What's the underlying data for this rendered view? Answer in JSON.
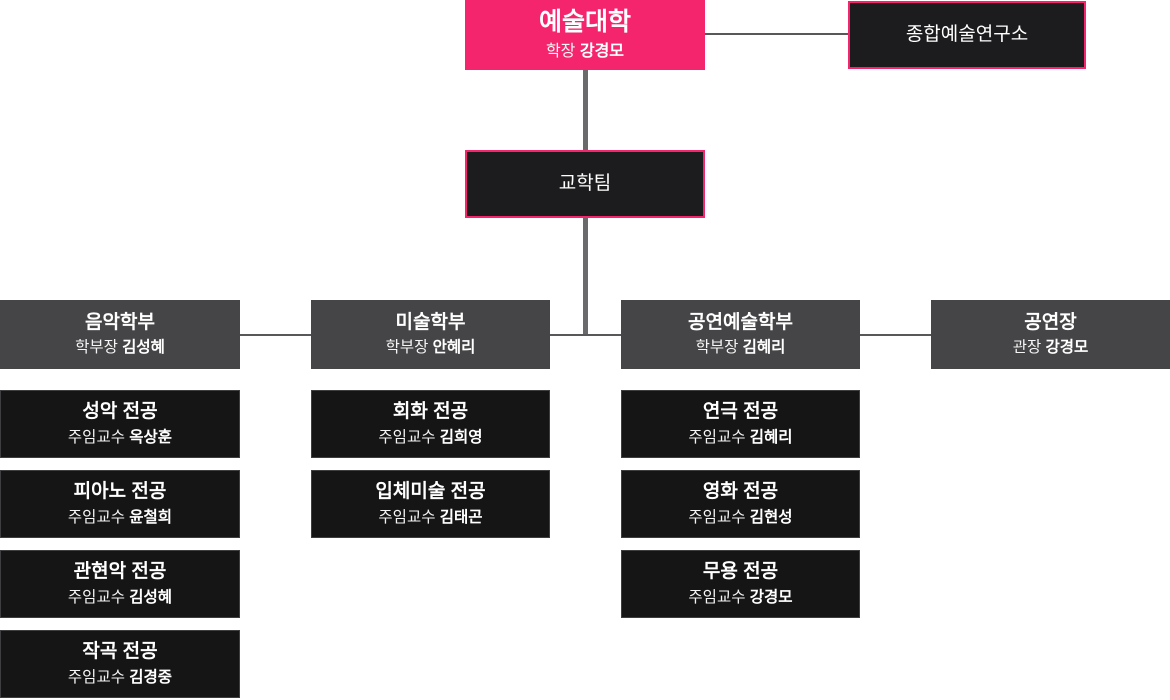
{
  "chart": {
    "root": {
      "title": "예술대학",
      "role": "학장",
      "name": "강경모"
    },
    "institute": {
      "title": "종합예술연구소"
    },
    "staff_team": {
      "title": "교학팀"
    },
    "departments": [
      {
        "title": "음악학부",
        "role": "학부장",
        "name": "김성혜",
        "majors": [
          {
            "title": "성악 전공",
            "role": "주임교수",
            "name": "옥상훈"
          },
          {
            "title": "피아노 전공",
            "role": "주임교수",
            "name": "윤철희"
          },
          {
            "title": "관현악 전공",
            "role": "주임교수",
            "name": "김성혜"
          },
          {
            "title": "작곡 전공",
            "role": "주임교수",
            "name": "김경중"
          }
        ]
      },
      {
        "title": "미술학부",
        "role": "학부장",
        "name": "안혜리",
        "majors": [
          {
            "title": "회화 전공",
            "role": "주임교수",
            "name": "김희영"
          },
          {
            "title": "입체미술 전공",
            "role": "주임교수",
            "name": "김태곤"
          }
        ]
      },
      {
        "title": "공연예술학부",
        "role": "학부장",
        "name": "김혜리",
        "majors": [
          {
            "title": "연극 전공",
            "role": "주임교수",
            "name": "김혜리"
          },
          {
            "title": "영화 전공",
            "role": "주임교수",
            "name": "김현성"
          },
          {
            "title": "무용 전공",
            "role": "주임교수",
            "name": "강경모"
          }
        ]
      },
      {
        "title": "공연장",
        "role": "관장",
        "name": "강경모",
        "majors": []
      }
    ],
    "colors": {
      "accent_pink": "#F4256D",
      "dept_gray": "#454547",
      "node_black": "#151515",
      "admin_black": "#1C1C1E",
      "line_gray": "#58585A",
      "trunk_gray": "#6A6A6C"
    }
  }
}
